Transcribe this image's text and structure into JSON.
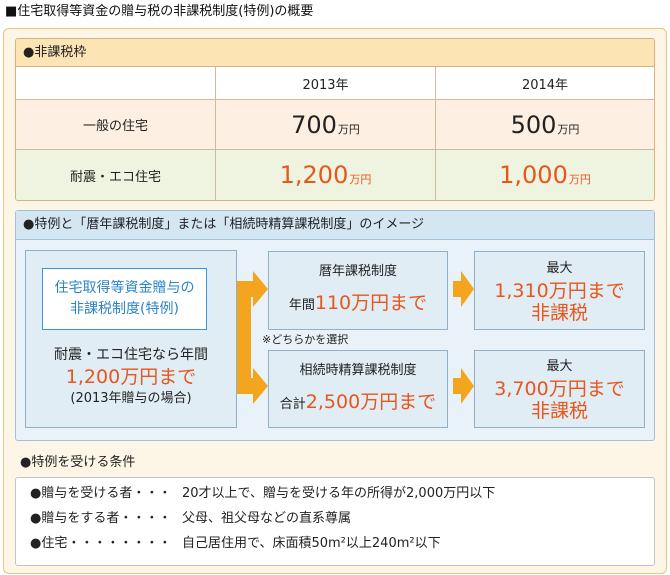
{
  "title": "■住宅取得等資金の贈与税の非課税制度(特例)の概要",
  "colors": {
    "amount_text": "#e8561c",
    "arrow": "#f3a51d",
    "special_title": "#2b84c9"
  },
  "limits": {
    "header": "●非課税枠",
    "columns": [
      "2013年",
      "2014年"
    ],
    "rows": [
      {
        "label": "一般の住宅",
        "cells": [
          {
            "amount": "700",
            "unit": "万円"
          },
          {
            "amount": "500",
            "unit": "万円"
          }
        ]
      },
      {
        "label": "耐震・エコ住宅",
        "cells": [
          {
            "amount": "1,200",
            "unit": "万円"
          },
          {
            "amount": "1,000",
            "unit": "万円"
          }
        ]
      }
    ]
  },
  "illustration": {
    "header": "●特例と「暦年課税制度」または「相続時精算課税制度」のイメージ",
    "special": {
      "title_line1": "住宅取得等資金贈与の",
      "title_line2": "非課税制度(特例)",
      "desc": "耐震・エコ住宅なら年間",
      "amount": "1,200万円まで",
      "note": "(2013年贈与の場合)"
    },
    "choice_note": "※どちらかを選択",
    "options": [
      {
        "name": "暦年課税制度",
        "prefix": "年間",
        "amount": "110万円まで",
        "result_label": "最大",
        "result_amount": "1,310万円まで",
        "result_text": "非課税"
      },
      {
        "name": "相続時精算課税制度",
        "prefix": "合計",
        "amount": "2,500万円まで",
        "result_label": "最大",
        "result_amount": "3,700万円まで",
        "result_text": "非課税"
      }
    ]
  },
  "conditions": {
    "header": "●特例を受ける条件",
    "items": [
      {
        "label": "●贈与を受ける者",
        "leader": "・・・",
        "text": "20才以上で、贈与を受ける年の所得が2,000万円以下"
      },
      {
        "label": "●贈与をする者",
        "leader": "・・・・",
        "text": "父母、祖父母などの直系尊属"
      },
      {
        "label": "●住宅",
        "leader": "・・・・・・・・",
        "text": "自己居住用で、床面積50m²以上240m²以下"
      }
    ]
  }
}
